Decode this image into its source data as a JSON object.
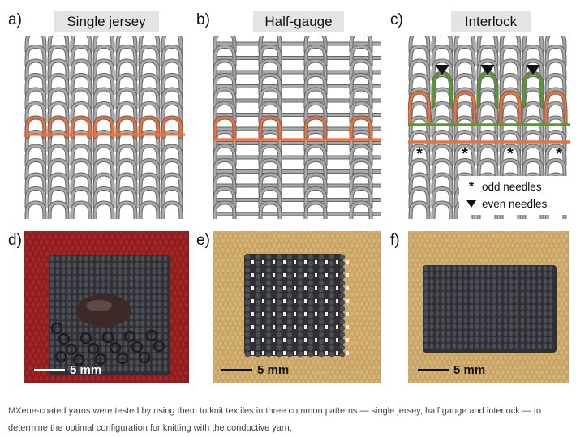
{
  "panels": [
    {
      "letter": "a)",
      "title": "Single jersey"
    },
    {
      "letter": "b)",
      "title": "Half-gauge"
    },
    {
      "letter": "c)",
      "title": "Interlock"
    },
    {
      "letter": "d)",
      "scale": "5 mm"
    },
    {
      "letter": "e)",
      "scale": "5 mm"
    },
    {
      "letter": "f)",
      "scale": "5 mm"
    }
  ],
  "legend": {
    "odd": {
      "symbol": "*",
      "label": "odd needles"
    },
    "even": {
      "label": "even needles"
    }
  },
  "caption": "MXene-coated yarns were tested by using them to knit textiles in three common patterns — single jersey, half gauge and interlock — to determine the optimal configuration for knitting with the conductive yarn.",
  "colors": {
    "loop_gray": "#a9a9a9",
    "loop_outline": "#666666",
    "mxene_orange": "#f0703a",
    "even_green": "#5a9a2a",
    "red_fabric": "#8e1c1f",
    "gold_fabric": "#c8a262",
    "dark_yarn": "#2e3035"
  }
}
